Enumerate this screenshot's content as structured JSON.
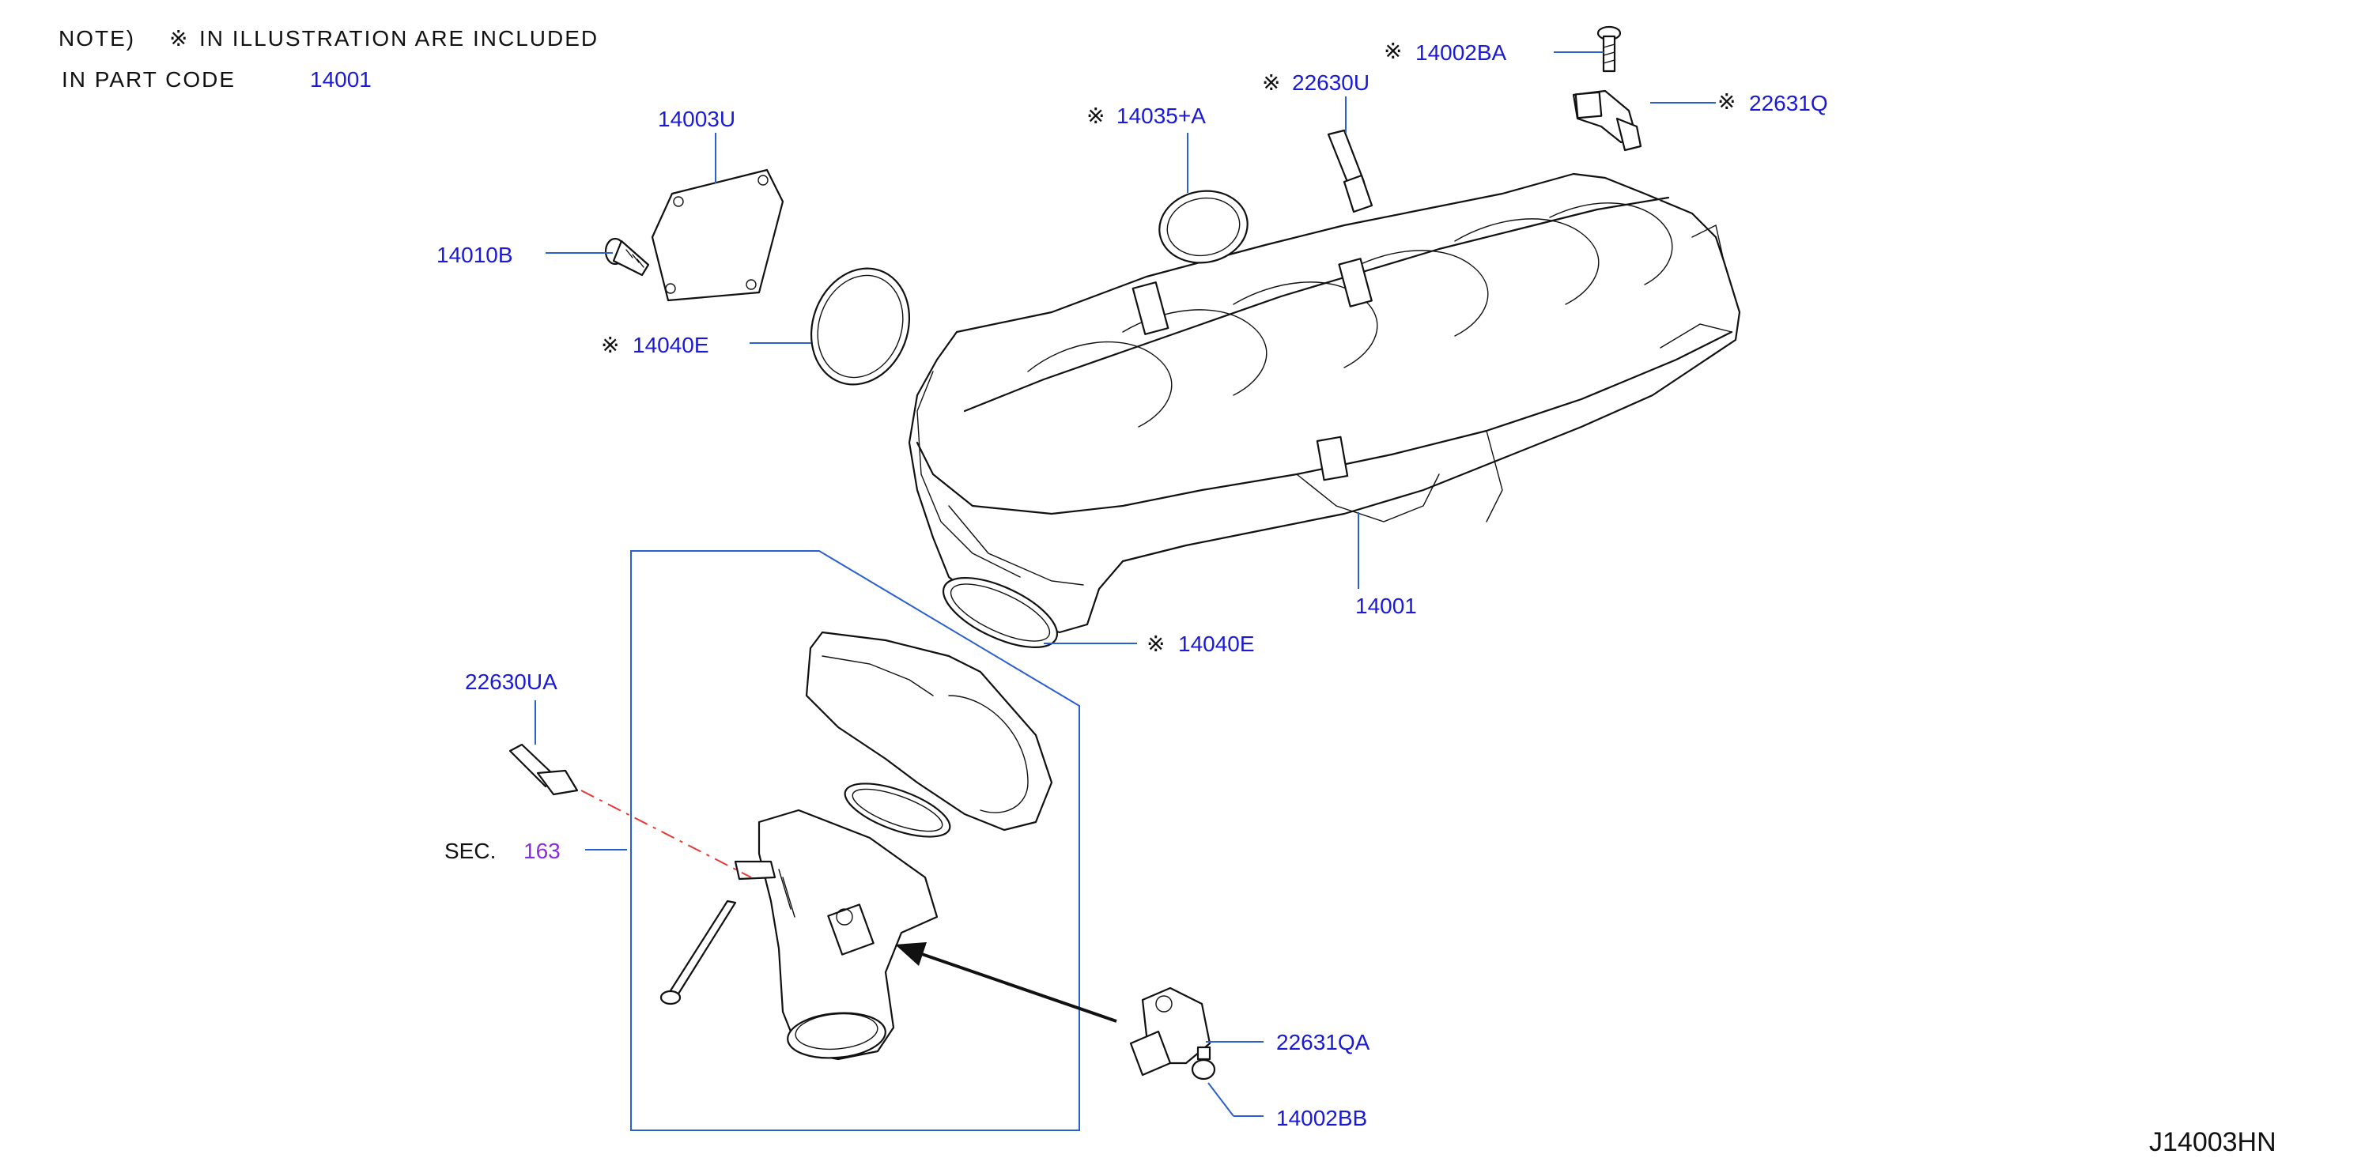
{
  "note": {
    "prefix": "NOTE)",
    "mark": "※",
    "line1": "IN   ILLUSTRATION   ARE   INCLUDED",
    "line2": "IN   PART   CODE",
    "part_code": "14001"
  },
  "labels": {
    "l14003U": "14003U",
    "l14010B": "14010B",
    "l14040E_top": "14040E",
    "l14035A": "14035+A",
    "l22630U": "22630U",
    "l14002BA": "14002BA",
    "l22631Q": "22631Q",
    "l14001": "14001",
    "l14040E_mid": "14040E",
    "l22630UA": "22630UA",
    "l22631QA": "22631QA",
    "l14002BB": "14002BB"
  },
  "marks": {
    "m14040E_top": "※",
    "m14035A": "※",
    "m22630U": "※",
    "m14002BA": "※",
    "m22631Q": "※",
    "m14040E_mid": "※"
  },
  "section": {
    "prefix": "SEC.",
    "number": "163"
  },
  "diagram_code": "J14003HN",
  "colors": {
    "label": "#1a1ad6",
    "leader": "#2a5fcf",
    "section_number": "#8a2be2",
    "dashed_reference": "#e53935"
  }
}
